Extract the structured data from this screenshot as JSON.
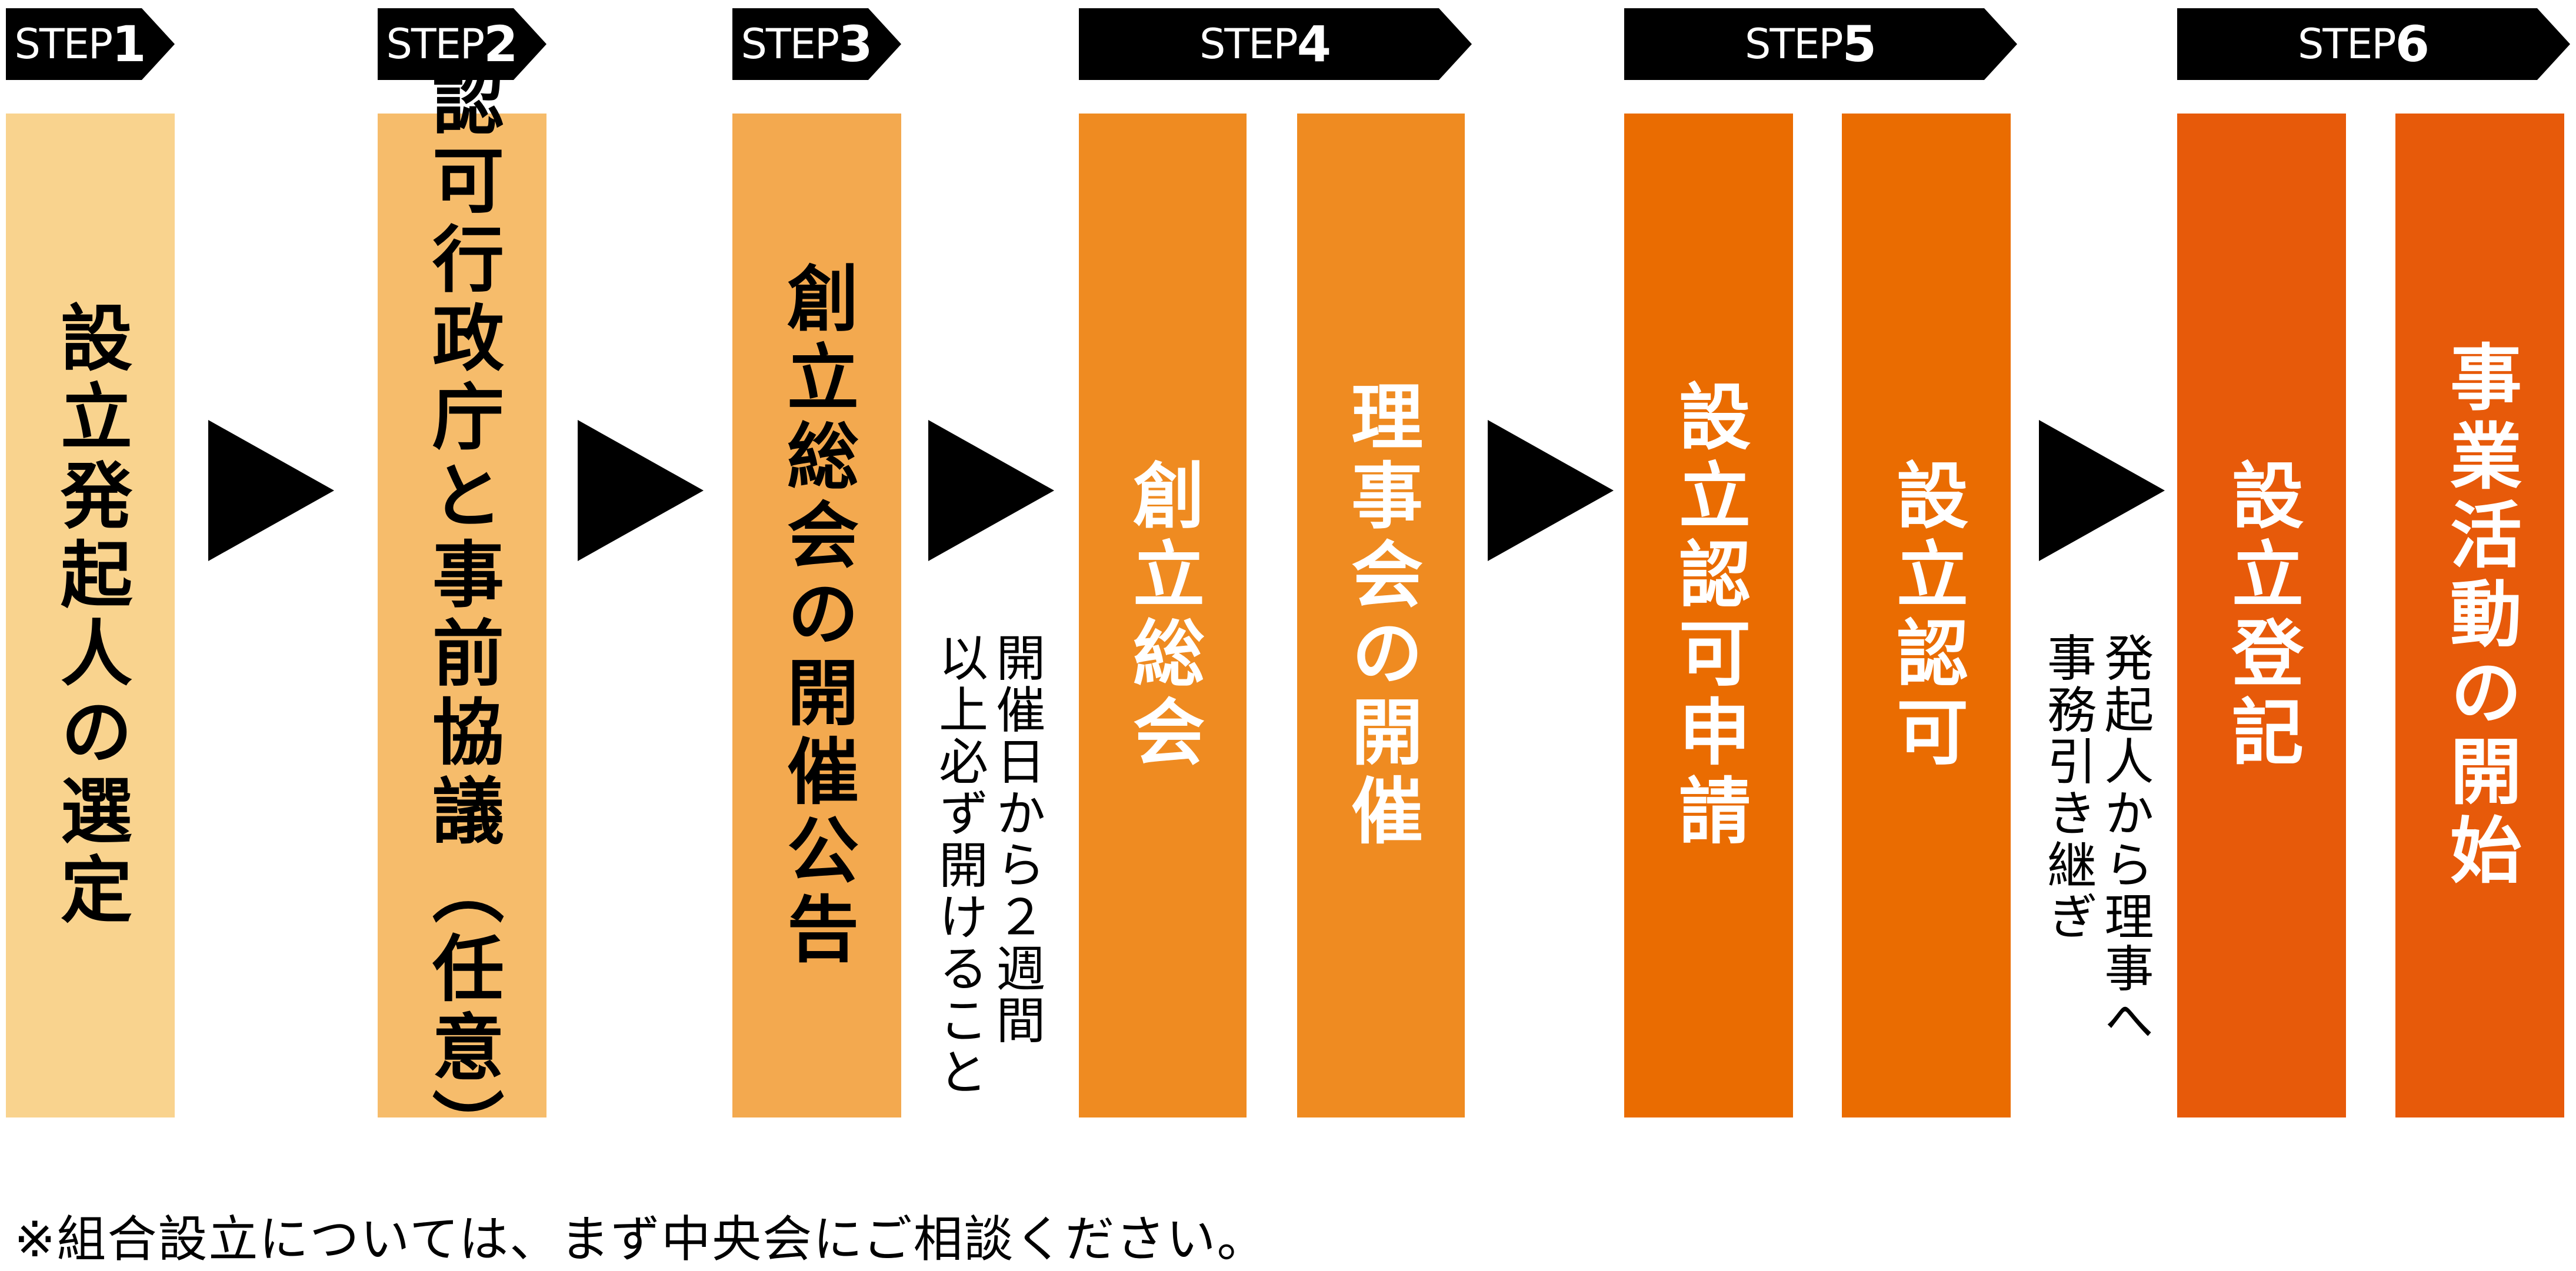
{
  "steps": [
    {
      "prefix": "STEP",
      "num": "1"
    },
    {
      "prefix": "STEP",
      "num": "2"
    },
    {
      "prefix": "STEP",
      "num": "3"
    },
    {
      "prefix": "STEP",
      "num": "4"
    },
    {
      "prefix": "STEP",
      "num": "5"
    },
    {
      "prefix": "STEP",
      "num": "6"
    }
  ],
  "boxes": [
    "設立発起人の選定",
    "認可行政庁と事前協議（任意）",
    "創立総会の開催公告",
    "創立総会",
    "理事会の開催",
    "設立認可申請",
    "設立認可",
    "設立登記",
    "事業活動の開始"
  ],
  "notes": {
    "after_step3": "開催日から２週間\n以上必ず開けること",
    "after_step5": "発起人から理事へ\n事務引き継ぎ"
  },
  "footnote": "※組合設立については、まず中央会にご相談ください。",
  "colors": {
    "box1": "#F9D38E",
    "box2": "#F6BC6B",
    "box3": "#F3A94F",
    "box4": "#EF8B21",
    "box5": "#EA6C01",
    "box6": "#E75A0A",
    "tag": "#000000",
    "arrow": "#000000"
  }
}
